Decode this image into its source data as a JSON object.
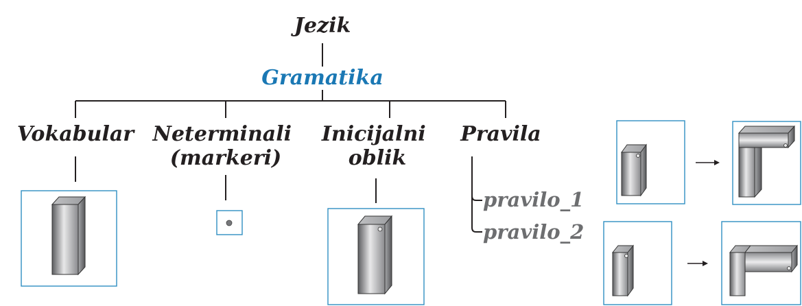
{
  "root_label": "Jezik",
  "grammar_label": "Gramatika",
  "nodes": [
    {
      "lines": [
        "Vokabular"
      ]
    },
    {
      "lines": [
        "Neterminali",
        "(markeri)"
      ]
    },
    {
      "lines": [
        "Inicijalni",
        "oblik"
      ]
    },
    {
      "lines": [
        "Pravila"
      ]
    }
  ],
  "rules": [
    "pravilo_1",
    "pravilo_2"
  ],
  "colors": {
    "text": "#231f20",
    "accent": "#1a78b4",
    "rule_text": "#6d6e70",
    "box_border": "#2f8fc2",
    "marker_dot": "#77787b"
  }
}
